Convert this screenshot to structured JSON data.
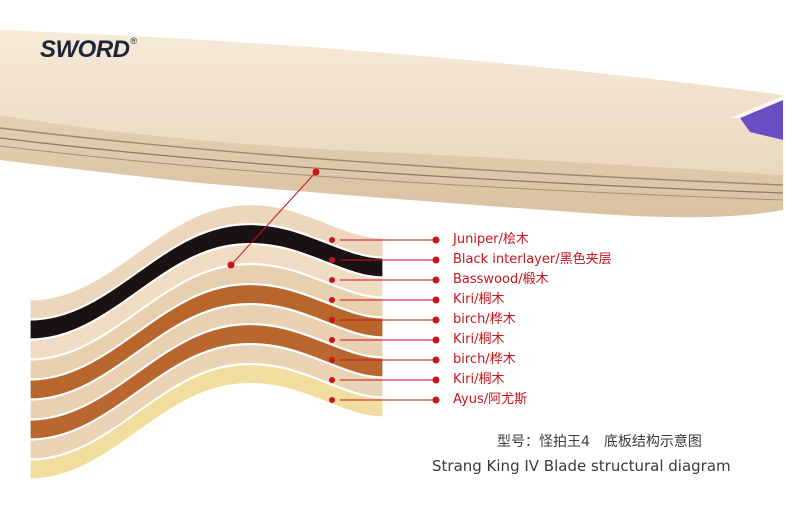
{
  "brand": {
    "name": "SWORD",
    "mark": "®"
  },
  "layers": [
    {
      "label": "Juniper/桧木",
      "color": "#ecd6bc"
    },
    {
      "label": "Black interlayer/黑色夹层",
      "color": "#1a1212"
    },
    {
      "label": "Basswood/椴木",
      "color": "#f0dcc2"
    },
    {
      "label": "Kiri/桐木",
      "color": "#e8cfae"
    },
    {
      "label": "birch/桦木",
      "color": "#b8662c"
    },
    {
      "label": "Kiri/桐木",
      "color": "#e9d0b0"
    },
    {
      "label": "birch/桦木",
      "color": "#b9672e"
    },
    {
      "label": "Kiri/桐木",
      "color": "#ead2b4"
    },
    {
      "label": "Ayus/阿尤斯",
      "color": "#f1dd9e"
    }
  ],
  "caption": {
    "model_cn": "型号：怪拍王4　底板结构示意图",
    "model_en": "Strang King IV   Blade structural diagram"
  },
  "colors": {
    "accent": "#c8141c",
    "wood": "#ecd6bc"
  }
}
